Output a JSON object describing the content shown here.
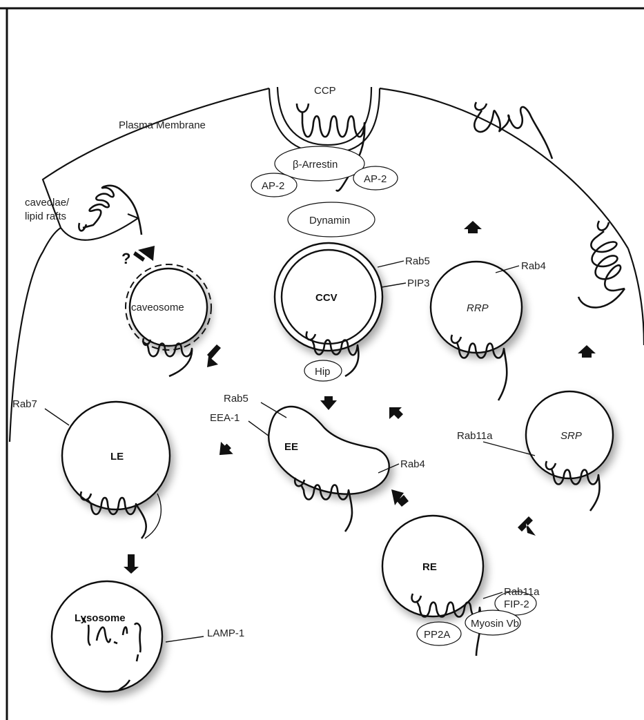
{
  "labels": {
    "plasma_membrane": "Plasma Membrane",
    "ccp": "CCP",
    "caveolae": "caveolae/",
    "lipid_rafts": "lipid rafts",
    "question": "?",
    "beta_arrestin": "β-Arrestin",
    "ap2_left": "AP-2",
    "ap2_right": "AP-2",
    "dynamin": "Dynamin",
    "caveosome": "caveosome",
    "ccv": "CCV",
    "rab5_ccv": "Rab5",
    "pip3": "PIP3",
    "hip": "Hip",
    "rrp": "RRP",
    "rab4_rrp": "Rab4",
    "rab7": "Rab7",
    "le": "LE",
    "rab5_ee": "Rab5",
    "eea1": "EEA-1",
    "ee": "EE",
    "rab4_ee": "Rab4",
    "rab11a_srp": "Rab11a",
    "srp": "SRP",
    "re": "RE",
    "rab11a_re": "Rab11a",
    "fip2": "FIP-2",
    "myosin_vb": "Myosin Vb",
    "pp2a": "PP2A",
    "lysosome": "Lysosome",
    "lamp1": "LAMP-1"
  }
}
